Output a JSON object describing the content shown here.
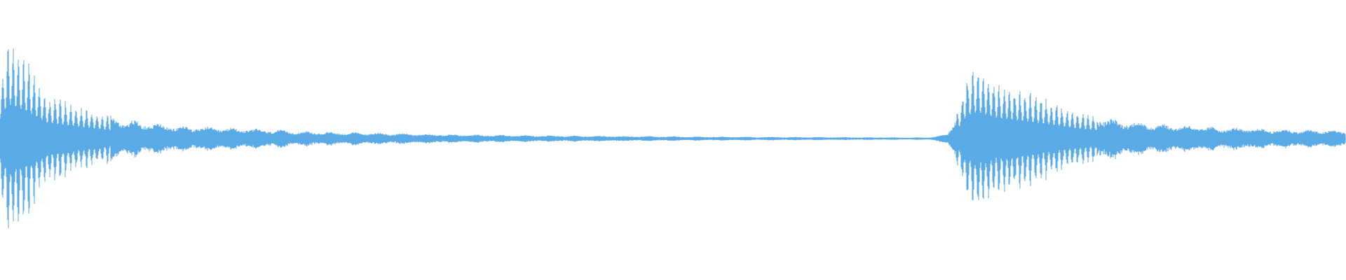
{
  "waveform": {
    "color": "#5aaae5",
    "background": "#ffffff",
    "duration_fraction_of_second_event": 0.713,
    "envelope_keyframes": [
      [
        0.0,
        0.48
      ],
      [
        0.006,
        0.83
      ],
      [
        0.012,
        0.76
      ],
      [
        0.02,
        0.66
      ],
      [
        0.035,
        0.38
      ],
      [
        0.06,
        0.28
      ],
      [
        0.09,
        0.17
      ],
      [
        0.13,
        0.11
      ],
      [
        0.18,
        0.09
      ],
      [
        0.23,
        0.06
      ],
      [
        0.28,
        0.05
      ],
      [
        0.34,
        0.035
      ],
      [
        0.4,
        0.028
      ],
      [
        0.46,
        0.022
      ],
      [
        0.52,
        0.018
      ],
      [
        0.58,
        0.014
      ],
      [
        0.64,
        0.012
      ],
      [
        0.69,
        0.01
      ],
      [
        0.704,
        0.04
      ],
      [
        0.713,
        0.3
      ],
      [
        0.718,
        0.55
      ],
      [
        0.726,
        0.64
      ],
      [
        0.74,
        0.5
      ],
      [
        0.76,
        0.42
      ],
      [
        0.78,
        0.34
      ],
      [
        0.8,
        0.24
      ],
      [
        0.83,
        0.16
      ],
      [
        0.86,
        0.13
      ],
      [
        0.9,
        0.1
      ],
      [
        0.95,
        0.08
      ],
      [
        1.0,
        0.07
      ]
    ]
  }
}
